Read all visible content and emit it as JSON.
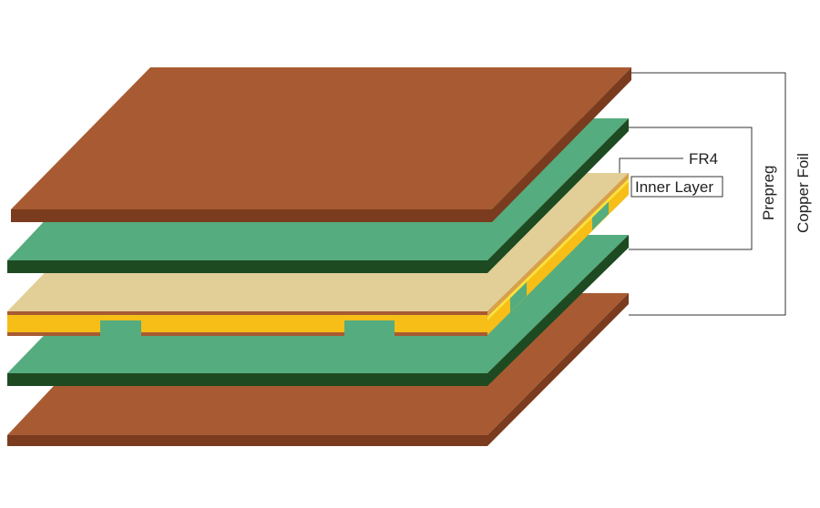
{
  "labels": {
    "fr4": "FR4",
    "inner_layer": "Inner Layer",
    "prepreg": "Prepreg",
    "copper_foil": "Copper Foil"
  },
  "colors": {
    "copper_top": "#A85B32",
    "copper_side": "#7A3B1E",
    "prepreg_top": "#55AC7E",
    "prepreg_side": "#1E4A22",
    "fr4_top": "#E2CF98",
    "inner_copper": "#F6BE17",
    "inner_copper_edge": "#FCE23A",
    "leader_line": "#333333"
  }
}
